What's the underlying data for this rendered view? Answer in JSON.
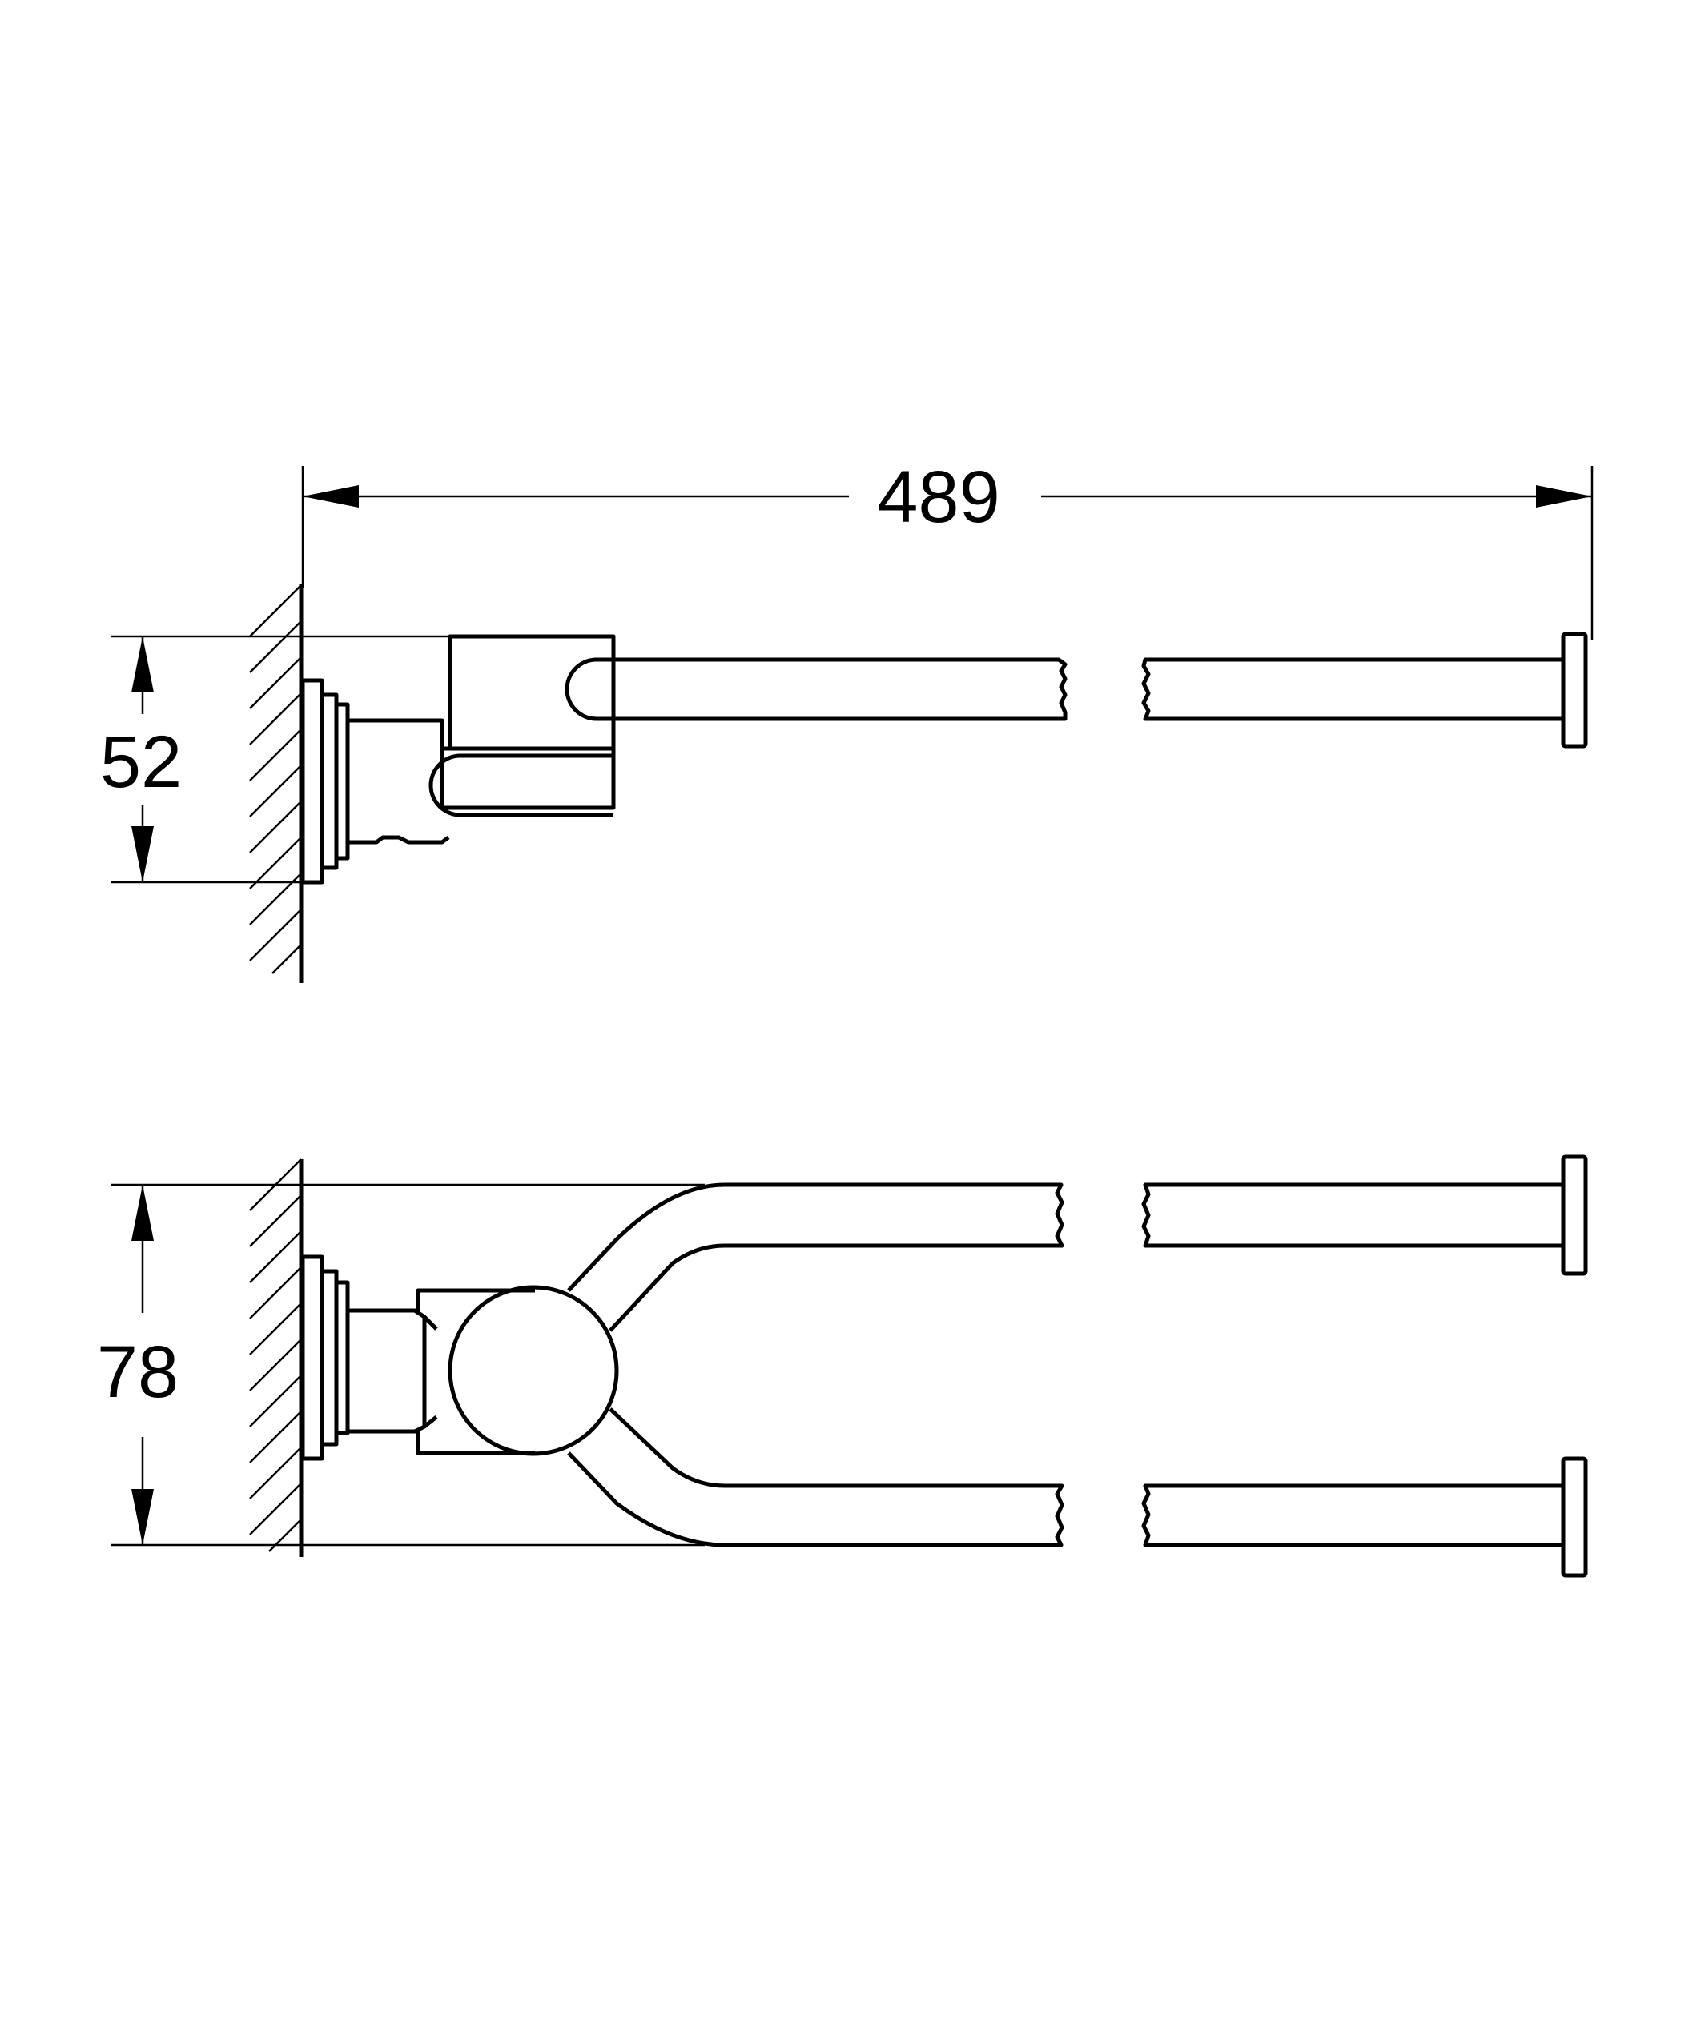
{
  "dimensions": {
    "overall_length": "489",
    "side_view_height": "52",
    "top_view_height": "78"
  }
}
